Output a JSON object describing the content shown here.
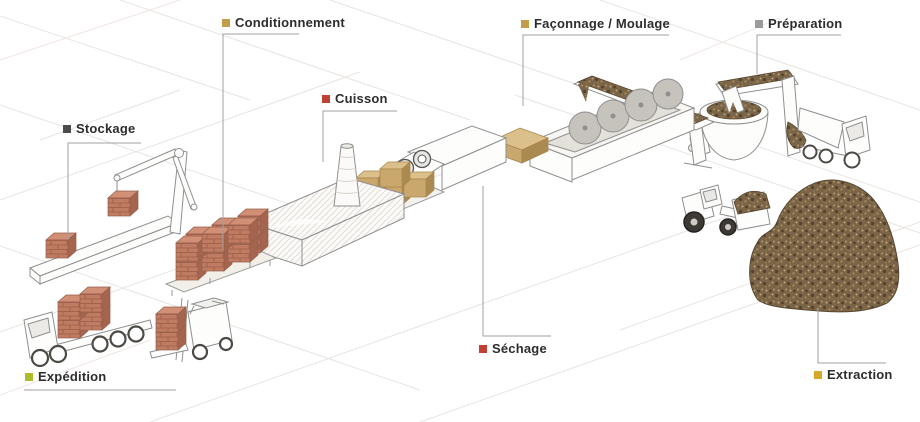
{
  "diagram": {
    "kind": "isometric process illustration",
    "illustration_elements": [
      "flatbed-truck-with-bricks",
      "forklift-with-bricks",
      "robotic-crane",
      "conveyor-rail",
      "brick-pallet-stack",
      "tunnel-kiln-with-chimney",
      "dried-brick-stack",
      "dryer-with-fans",
      "extruded-clay-block",
      "extruder-with-auger-discs",
      "overhead-clay-conveyor",
      "mixing-tub-with-gantry",
      "dump-truck-tipping-clay",
      "wheel-loader-with-clay",
      "clay-extraction-pile"
    ]
  },
  "colors": {
    "label_text": "#2d2d2d",
    "leader_line": "#a0a0a0",
    "sketch_stroke": "#8f8f8f",
    "grid_line": "#ddd6d0",
    "grid_line_pink": "#ead8d3",
    "brick_red": "#c07c63",
    "brick_dark": "#9a5c48",
    "clay_tan": "#c9a76d",
    "clay_brown": "#7b6548"
  },
  "labels": [
    {
      "id": "conditionnement",
      "text": "Conditionnement",
      "marker_color": "#c49d4a"
    },
    {
      "id": "faconnage",
      "text": "Façonnage / Moulage",
      "marker_color": "#c49d4a"
    },
    {
      "id": "preparation",
      "text": "Préparation",
      "marker_color": "#9b9b9b"
    },
    {
      "id": "cuisson",
      "text": "Cuisson",
      "marker_color": "#bf4136"
    },
    {
      "id": "stockage",
      "text": "Stockage",
      "marker_color": "#4b4b4b"
    },
    {
      "id": "sechage",
      "text": "Séchage",
      "marker_color": "#bf4136"
    },
    {
      "id": "expedition",
      "text": "Expédition",
      "marker_color": "#adbc2c"
    },
    {
      "id": "extraction",
      "text": "Extraction",
      "marker_color": "#d7a62d"
    }
  ]
}
